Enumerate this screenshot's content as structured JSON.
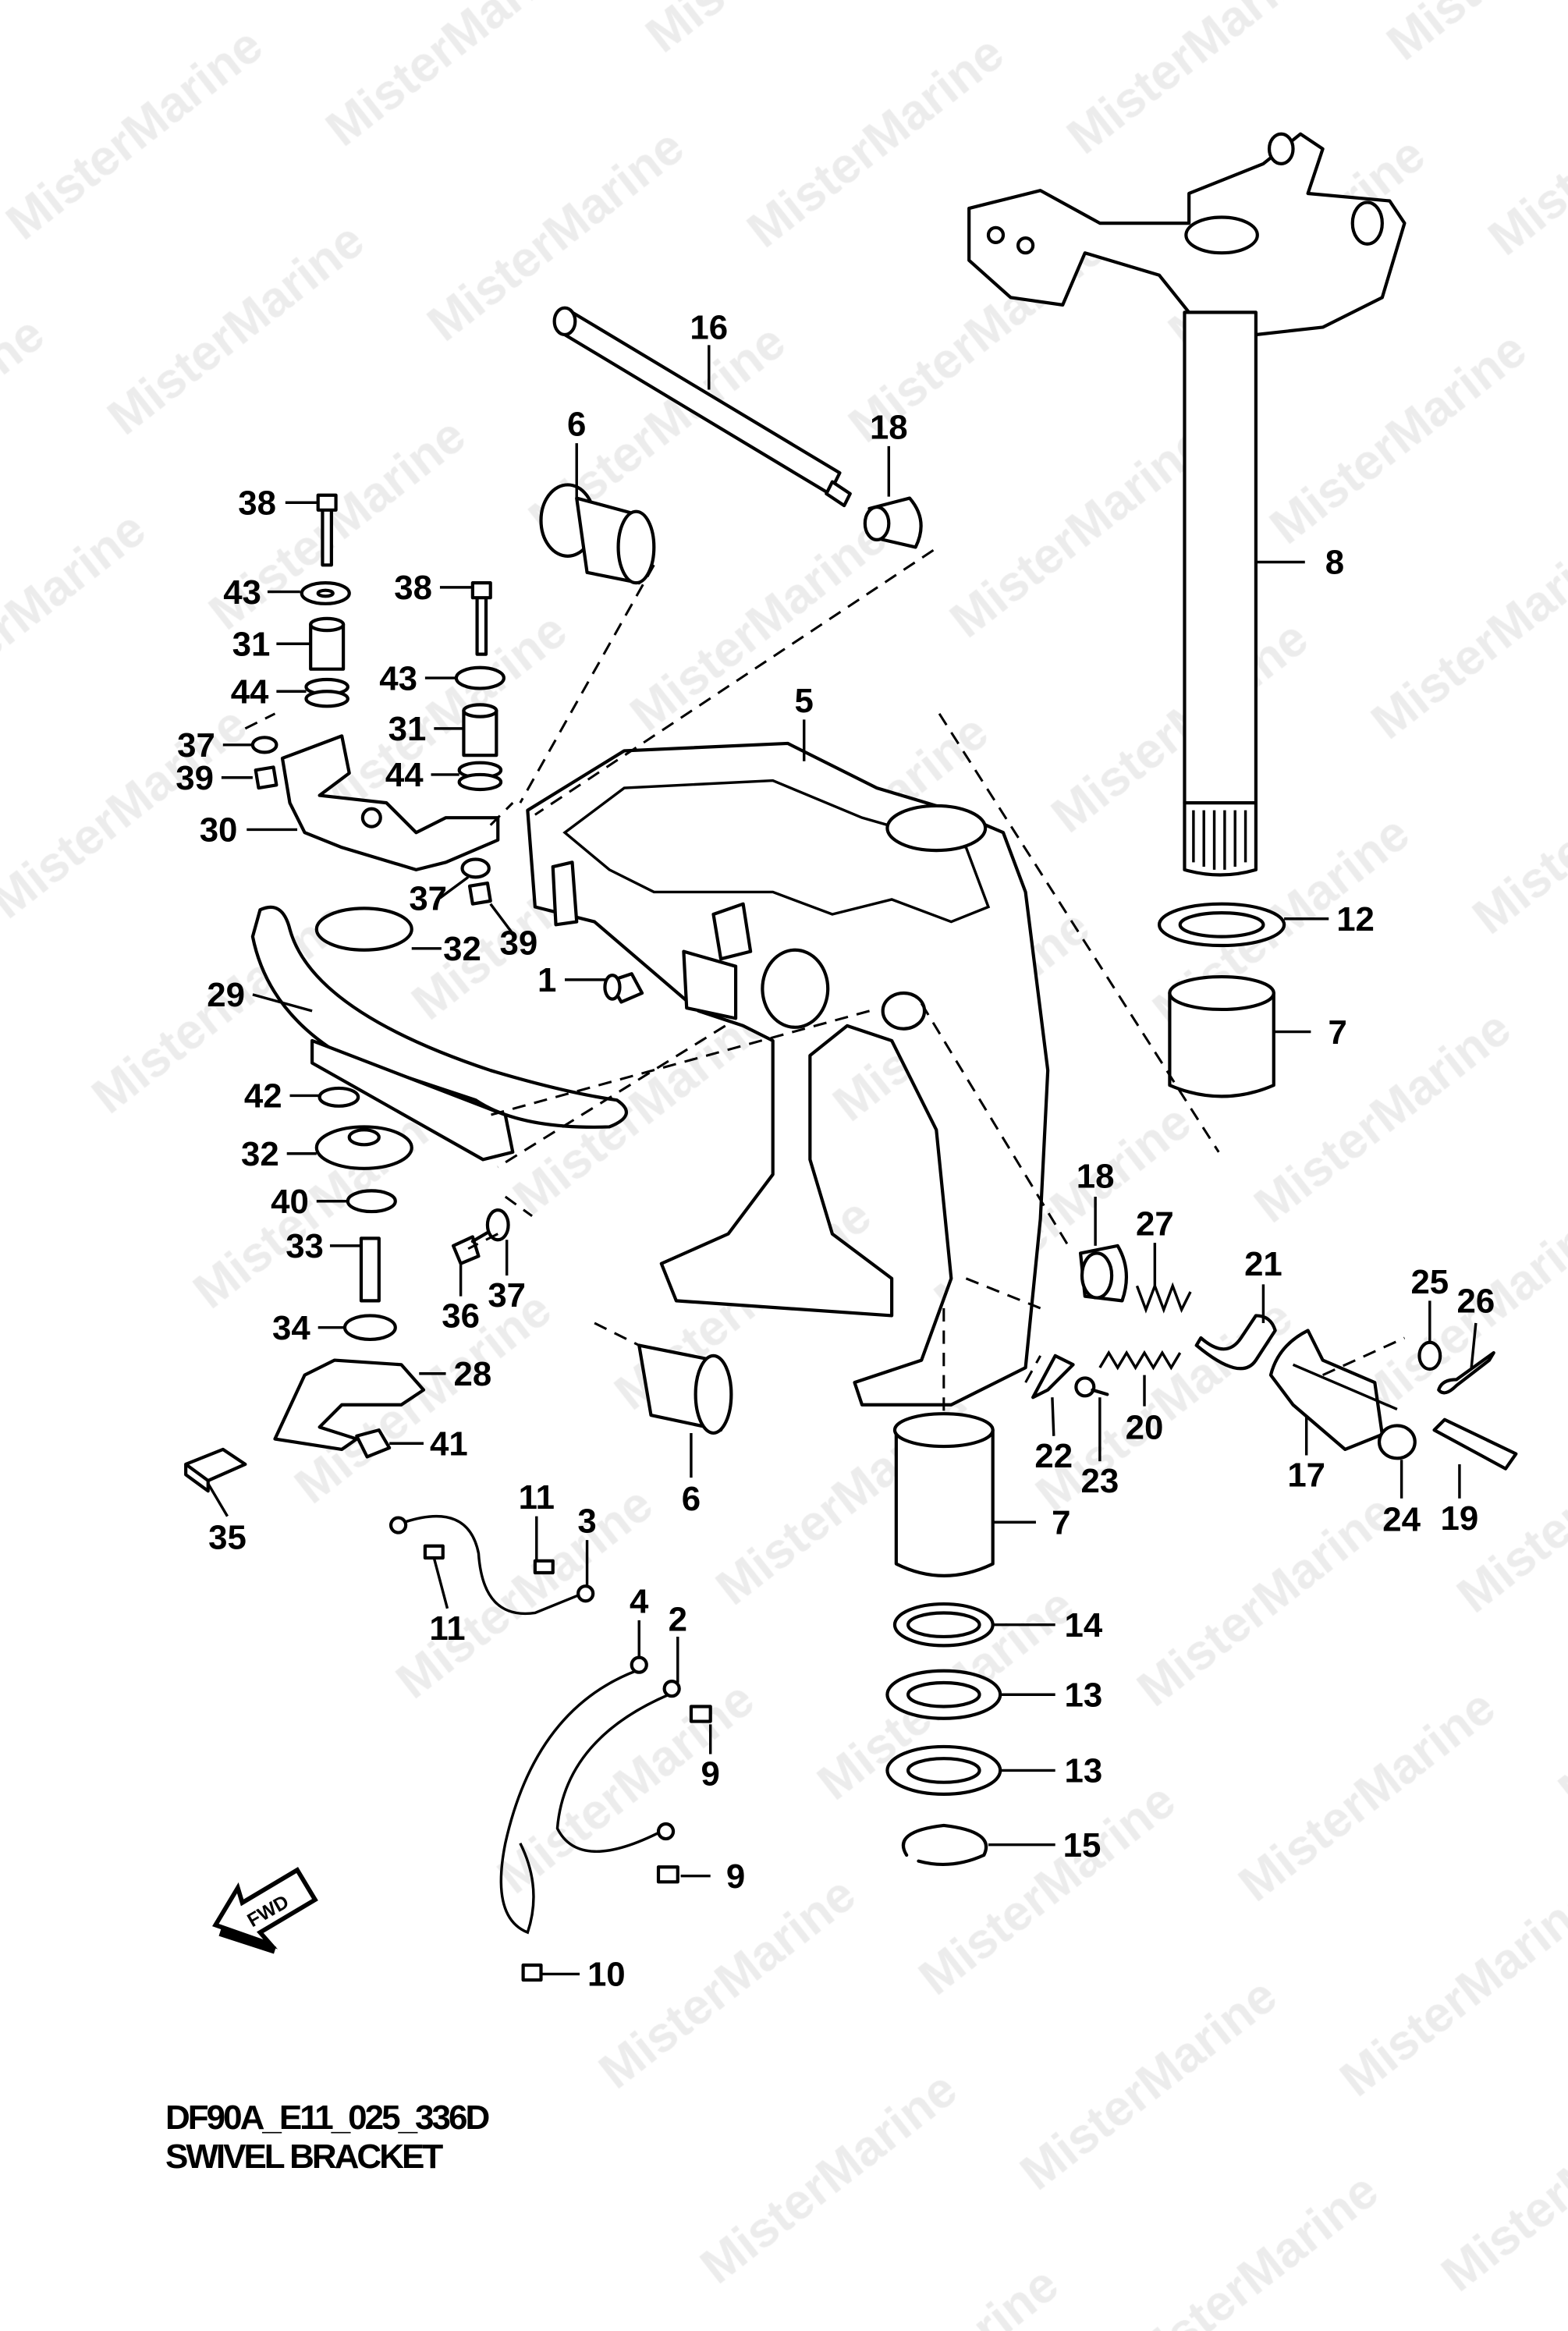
{
  "watermark": "MisterMarine",
  "diagram_code": "DF90A_E11_025_336D",
  "diagram_title": "SWIVEL BRACKET",
  "fwd_label": "FWD",
  "callouts": [
    "16",
    "6",
    "18",
    "38",
    "43",
    "31",
    "44",
    "37",
    "39",
    "30",
    "38",
    "43",
    "31",
    "44",
    "37",
    "39",
    "32",
    "29",
    "1",
    "5",
    "8",
    "12",
    "7",
    "42",
    "32",
    "40",
    "33",
    "36",
    "37",
    "34",
    "28",
    "41",
    "35",
    "18",
    "27",
    "21",
    "25",
    "26",
    "20",
    "22",
    "23",
    "17",
    "24",
    "19",
    "6",
    "7",
    "11",
    "3",
    "11",
    "4",
    "2",
    "9",
    "9",
    "10",
    "14",
    "13",
    "13",
    "15"
  ]
}
